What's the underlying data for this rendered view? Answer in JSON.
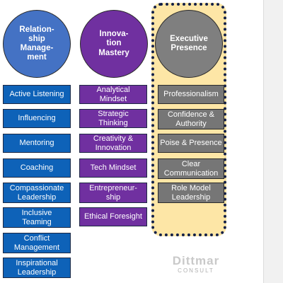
{
  "columns": [
    {
      "heading": "Relation-\nship\nManage-\nment",
      "items": [
        "Active Listening",
        "Influencing",
        "Mentoring",
        "Coaching",
        "Compassionate\nLeadership",
        "Inclusive\nTeaming",
        "Conflict\nManagement",
        "Inspirational\nLeadership"
      ]
    },
    {
      "heading": "Innova-\ntion\nMastery",
      "items": [
        "Analytical\nMindset",
        "Strategic\nThinking",
        "Creativity &\nInnovation",
        "Tech Mindset",
        "Entrepreneur-\nship",
        "Ethical Foresight"
      ]
    },
    {
      "heading": "Executive\nPresence",
      "items": [
        "Professionalism",
        "Confidence &\nAuthority",
        "Poise & Presence",
        "Clear\nCommunication",
        "Role Model\nLeadership"
      ]
    }
  ],
  "logo": {
    "name": "Dittmar",
    "sub": "CONSULT"
  },
  "colors": {
    "blue": "#0e62b8",
    "purple": "#7030a0",
    "gray": "#767676",
    "highlight": "#fde6a6"
  }
}
